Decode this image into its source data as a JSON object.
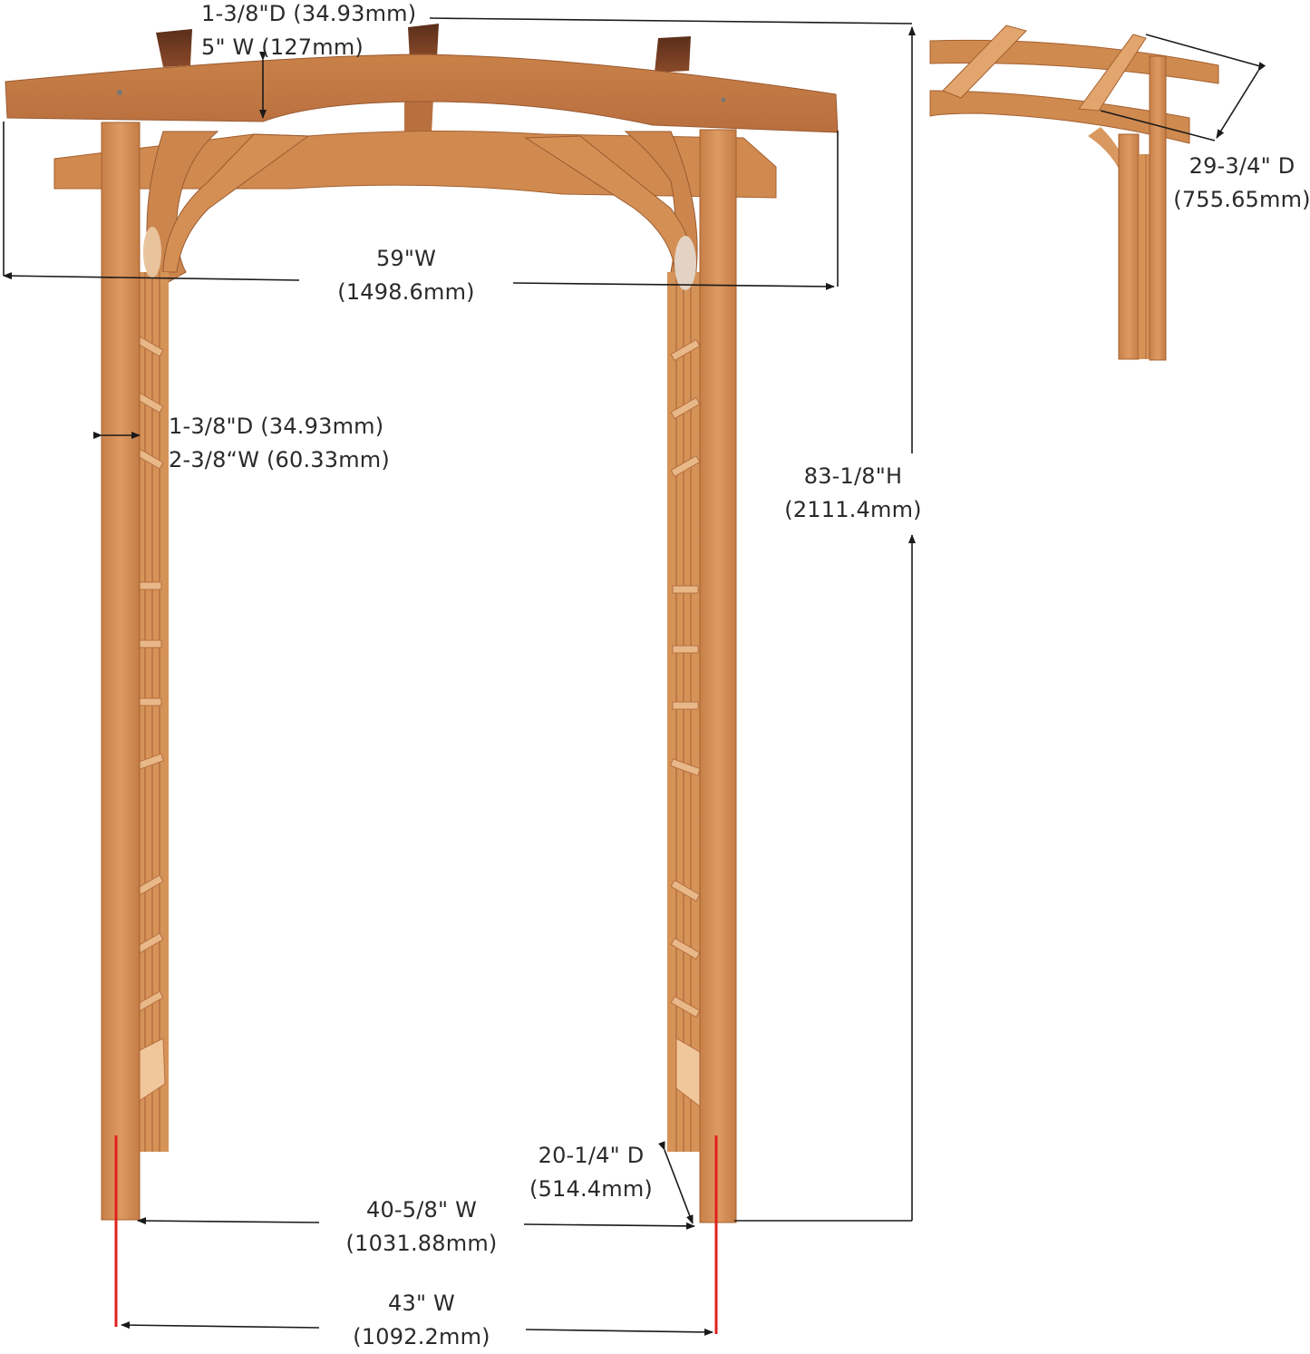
{
  "title": "Garden Arbor Dimensions",
  "colors": {
    "wood_light": "#d9965f",
    "wood_mid": "#c67f48",
    "wood_dark": "#a8623a",
    "rafter_dark": "#6b3a22",
    "line": "#1a1a1a",
    "red_guide": "#e0201c",
    "background": "#ffffff"
  },
  "dimensions": {
    "top_beam": {
      "line1": "1-3/8\"D (34.93mm)",
      "line2": "5\" W (127mm)"
    },
    "overall_width": {
      "line1": "59\"W",
      "line2": "(1498.6mm)"
    },
    "post": {
      "line1": "1-3/8\"D (34.93mm)",
      "line2": "2-3/8“W (60.33mm)"
    },
    "overall_height": {
      "line1": "83-1/8\"H",
      "line2": "(2111.4mm)"
    },
    "top_depth": {
      "line1": "29-3/4\" D",
      "line2": "(755.65mm)"
    },
    "base_depth": {
      "line1": "20-1/4\" D",
      "line2": "(514.4mm)"
    },
    "inner_width": {
      "line1": "40-5/8\" W",
      "line2": "(1031.88mm)"
    },
    "outer_base_width": {
      "line1": "43\" W",
      "line2": "(1092.2mm)"
    }
  }
}
